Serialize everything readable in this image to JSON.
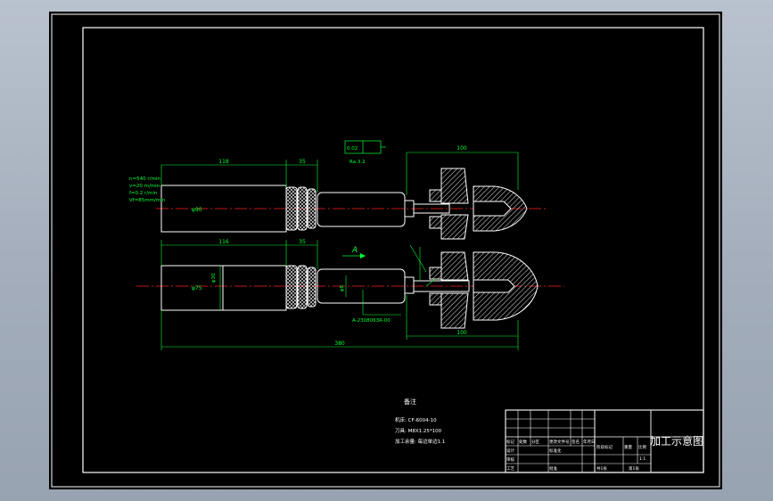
{
  "drawing": {
    "title_block": {
      "drawing_name": "加工示意图",
      "label_revision": "标记",
      "label_qty": "处数",
      "label_zone": "分区",
      "label_change_doc": "更改文件号",
      "label_sign": "签名",
      "label_date": "年月日",
      "label_designer": "设计",
      "label_standard": "标准化",
      "label_stage": "阶段标记",
      "label_weight": "重量",
      "label_scale": "比例",
      "label_review": "审核",
      "label_process": "工艺",
      "label_approve": "批准",
      "scale_value": "1:1",
      "sheet_count": "共1张",
      "sheet_index": "第1张"
    },
    "notes": {
      "heading": "备注",
      "line1": "机床: CF-6004-10",
      "line2": "刀具: M8X1.25*100",
      "line3": "加工余量: 每边单边1.1"
    },
    "cutting_params": {
      "line1": "n=540 r/min",
      "line2": "v=20 m/min",
      "line3": "f=0.2 r/min",
      "line4": "Vf=85mm/min"
    },
    "dimensions": {
      "top_length_a": "118",
      "top_length_b": "35",
      "top_length_c": "100",
      "bottom_length_a": "116",
      "bottom_length_b": "35",
      "bottom_length_c": "100",
      "overall": "380",
      "dia_top": "φ90",
      "dia_bottom": "φ75",
      "dia_body": "φ30",
      "dia_small": "φ8",
      "section_mark": "A",
      "spec_label": "A-2308063R-00",
      "roughness": "Ra 3.2",
      "tol": "0.02"
    },
    "colors": {
      "outline": "#ffffff",
      "dimension": "#00ff33",
      "centerline": "#ff2020",
      "hatch": "#ffffff",
      "border": "#ffffff"
    }
  }
}
